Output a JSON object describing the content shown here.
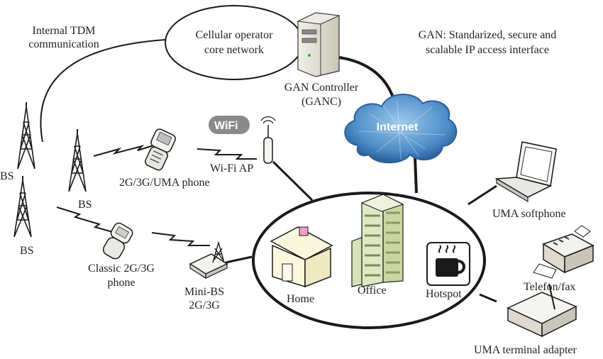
{
  "labels": {
    "internal_tdm_1": "Internal TDM",
    "internal_tdm_2": "communication",
    "core_1": "Cellular operator",
    "core_2": "core network",
    "gan_1": "GAN: Standarized, secure and",
    "gan_2": "scalable IP access interface",
    "ganc_1": "GAN Controller",
    "ganc_2": "(GANC)",
    "internet": "Internet",
    "wifi_logo": "WiFi",
    "wifi_ap": "Wi-Fi AP",
    "uma_phone": "2G/3G/UMA phone",
    "bs_top_left": "BS",
    "bs_mid": "BS",
    "bs_bottom_left": "BS",
    "classic_1": "Classic 2G/3G",
    "classic_2": "phone",
    "minibs_1": "Mini-BS",
    "minibs_2": "2G/3G",
    "home": "Home",
    "office": "Office",
    "hotspot": "Hotspot",
    "uma_softphone": "UMA softphone",
    "telefon_fax": "Telefon/fax",
    "uma_terminal": "UMA terminal adapter"
  },
  "colors": {
    "line": "#1a1a1a",
    "cloud": "#6aa6d8",
    "cloud_dark": "#2f6aa6",
    "building": "#dfe8c4",
    "house": "#fbf7dc"
  },
  "icons": [
    "tower-icon",
    "mobile-phone-icon",
    "wifi-ap-icon",
    "server-icon",
    "cloud-icon",
    "laptop-icon",
    "fax-icon",
    "terminal-adapter-icon",
    "house-icon",
    "office-building-icon",
    "hotspot-cup-icon",
    "mini-bs-icon"
  ]
}
